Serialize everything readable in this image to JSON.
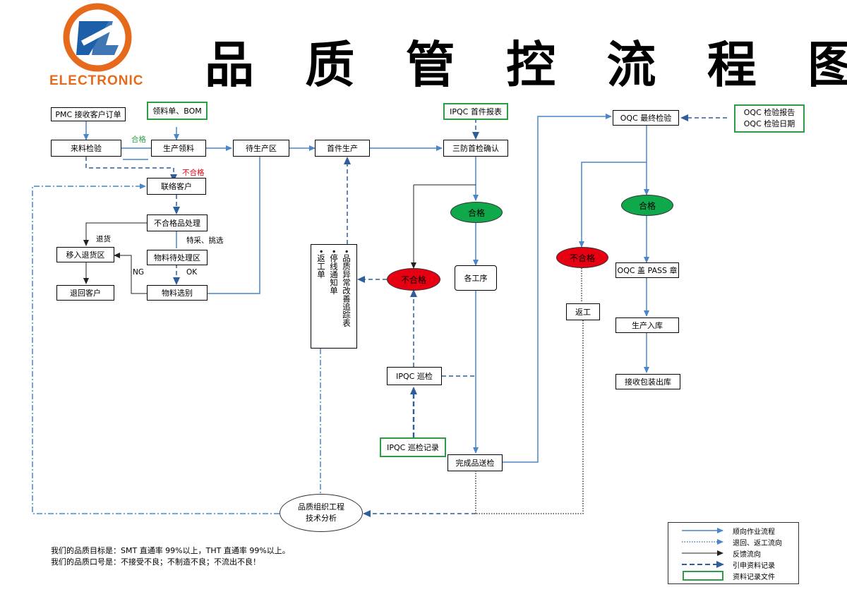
{
  "header": {
    "logo_text": "ELECTRONIC",
    "title": "品 质 管 控 流 程 图"
  },
  "nodes": {
    "pmc": "PMC 接收客户订单",
    "incoming": "来料检验",
    "material_list": "领料单、BOM",
    "prod_pick": "生产领料",
    "wait_area": "待生产区",
    "first_prod": "首件生产",
    "ipqc_first_report": "IPQC 首件报表",
    "triple_first": "三防首检确认",
    "contact": "联络客户",
    "nc_handle": "不合格品处理",
    "move_return": "移入退货区",
    "return_customer": "退回客户",
    "pending_area": "物料待处理区",
    "material_select": "物料选别",
    "first_pass": "合格",
    "first_fail": "不合格",
    "stations": "各工序",
    "ipqc_patrol": "IPQC 巡检",
    "ipqc_patrol_record": "IPQC 巡检记录",
    "finished_send": "完成品送检",
    "quality_org_1": "品质组织工程",
    "quality_org_2": "技术分析",
    "oqc_final": "OQC 最终检验",
    "oqc_report_1": "OQC 检验报告",
    "oqc_report_2": "OQC 检验日期",
    "oqc_pass": "合格",
    "oqc_fail": "不合格",
    "rework": "返工",
    "oqc_stamp": "OQC 盖 PASS 章",
    "warehouse_in": "生产入库",
    "pack_out": "接收包装出库"
  },
  "doc_box": {
    "col1": "•返工单",
    "col2": "•停线通知单",
    "col3": "•品质异常改善追踪表"
  },
  "labels": {
    "pass_green": "合格",
    "fail_red": "不合格",
    "return_goods": "退货",
    "special_pick": "特采、挑选",
    "ng": "NG",
    "ok": "OK"
  },
  "legend": [
    "顺向作业流程",
    "退回、返工流向",
    "反馈流向",
    "引申资料记录",
    "资料记录文件"
  ],
  "footer": {
    "goal": "我们的品质目标是：SMT 直通率 99%以上，THT 直通率 99%以上。",
    "slogan": "我们的品质口号是：不接受不良；不制造不良；不流出不良！"
  },
  "colors": {
    "flow_blue": "#4a86c8",
    "dash_blue": "#2d5e9e",
    "record_green": "#2e9e46",
    "pass_fill": "#0fa84a",
    "fail_fill": "#e60012",
    "logo_orange": "#e66a1c",
    "logo_blue": "#1d5fa8"
  }
}
